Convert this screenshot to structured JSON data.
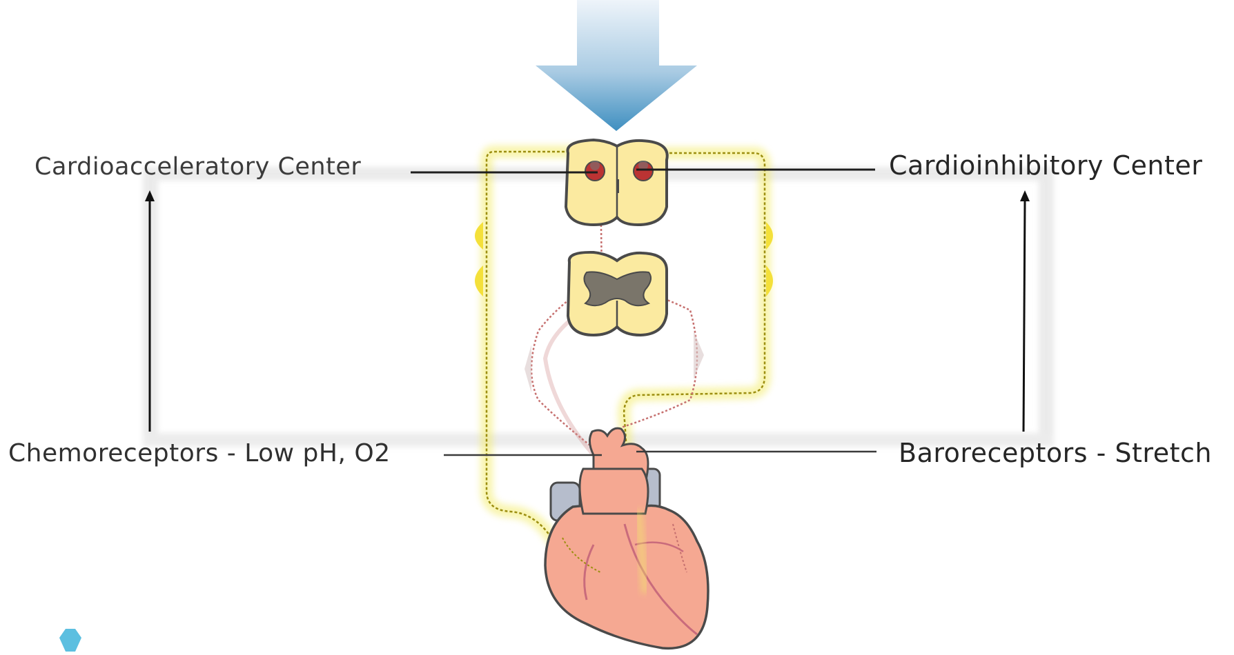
{
  "labels": {
    "cardioacceleratory": "Cardioacceleratory Center",
    "cardioinhibitory": "Cardioinhibitory  Center",
    "chemoreceptors": "Chemoreceptors - Low pH, O2",
    "baroreceptors": "Baroreceptors - Stretch"
  },
  "colors": {
    "arrow_top": "#e3edf6",
    "arrow_bottom": "#4a96c4",
    "nerve_yellow": "#f3ec6a",
    "nerve_dotted": "#a89a1a",
    "cord_fill": "#fbeaa0",
    "cord_stroke": "#4a4a4a",
    "heart_fill": "#f5a892",
    "vessel_fill": "#b6bdcc",
    "accent_hexagon": "#5cbfe0",
    "frame_gray": "#e4e4e4"
  },
  "icons": {
    "input_arrow": "down-arrow-icon",
    "heart": "heart-icon",
    "spinal_cord": "spinal-cord-icon",
    "bullet": "hexagon-bullet-icon"
  }
}
